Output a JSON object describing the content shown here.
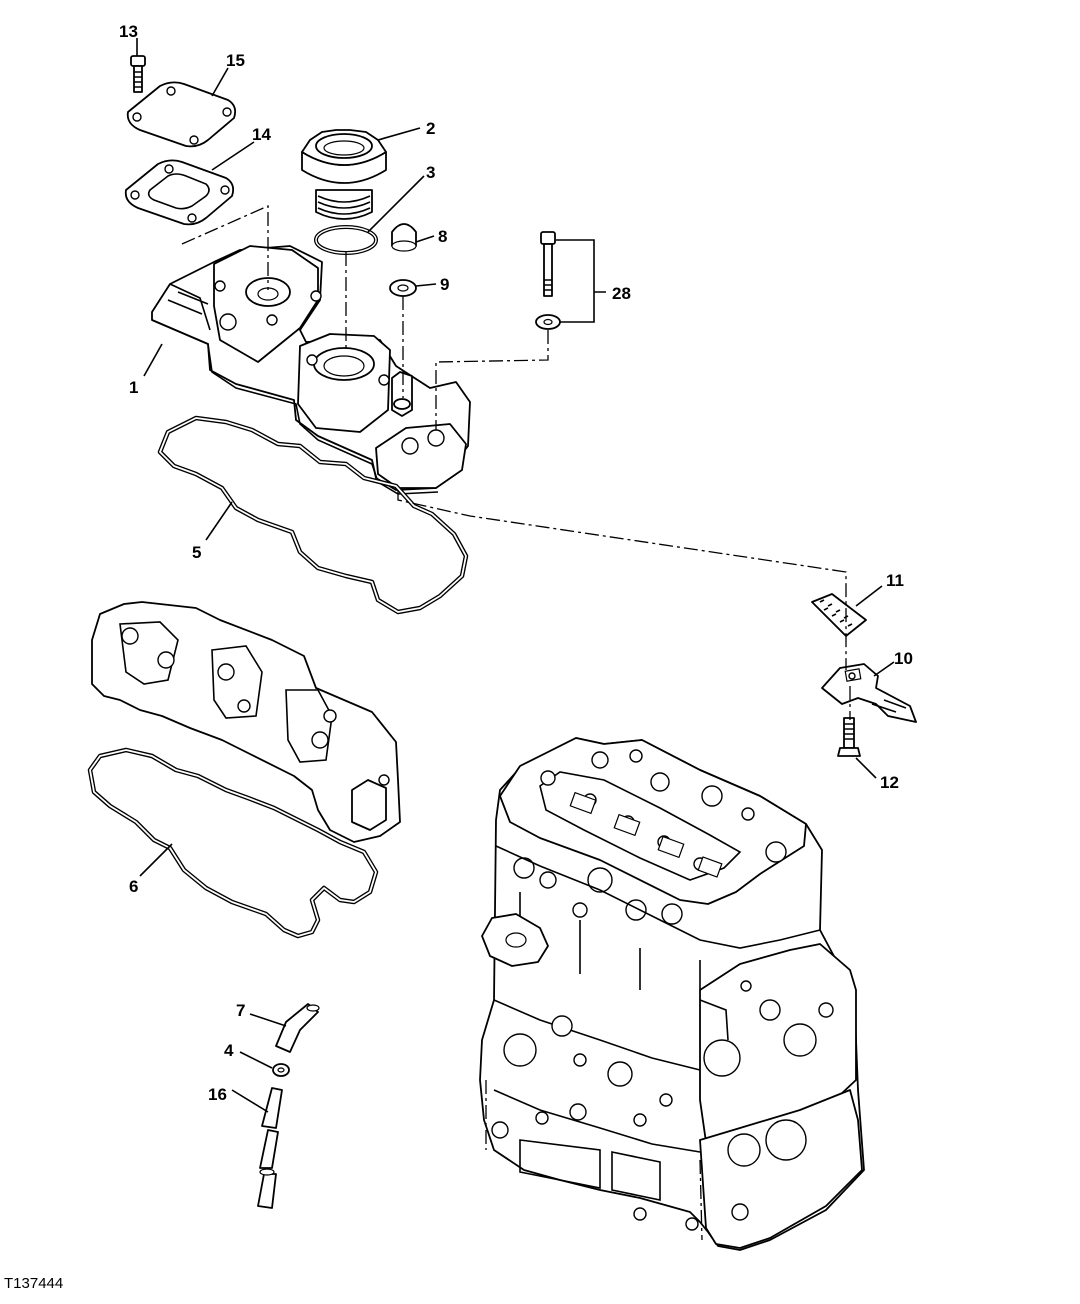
{
  "figure_id": "T137444",
  "callouts": {
    "c1": "1",
    "c2": "2",
    "c3": "3",
    "c4": "4",
    "c5": "5",
    "c6": "6",
    "c7": "7",
    "c8": "8",
    "c9": "9",
    "c10": "10",
    "c11": "11",
    "c12": "12",
    "c13": "13",
    "c14": "14",
    "c15": "15",
    "c16": "16",
    "c28": "28"
  }
}
